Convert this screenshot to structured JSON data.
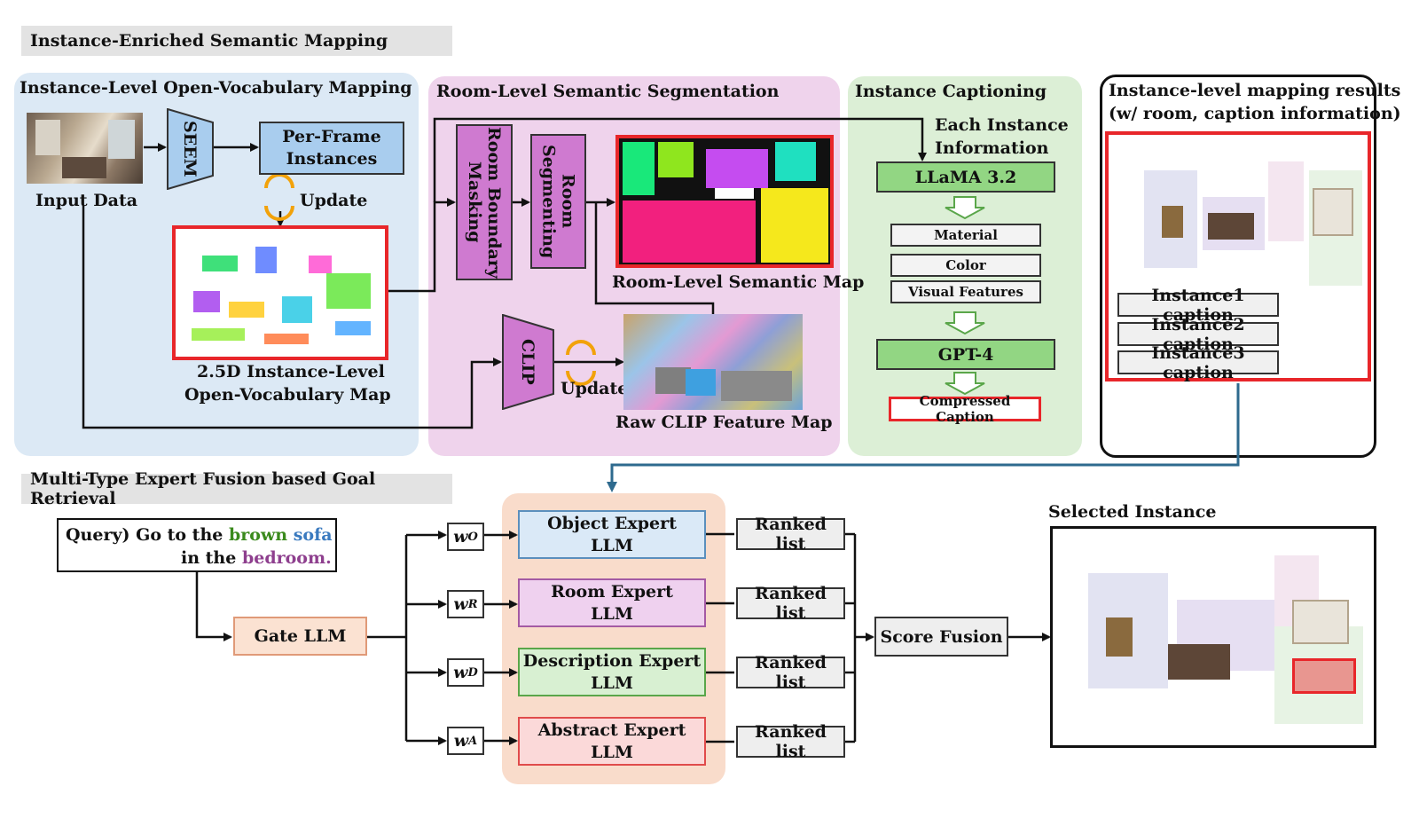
{
  "sections": {
    "top": "Instance-Enriched Semantic Mapping",
    "bottom": "Multi-Type Expert Fusion based Goal Retrieval"
  },
  "panel1": {
    "title": "Instance-Level Open-Vocabulary Mapping",
    "input_label": "Input Data",
    "seem": "SEEM",
    "per_frame": "Per-Frame Instances",
    "update": "Update",
    "map_label_1": "2.5D Instance-Level",
    "map_label_2": "Open-Vocabulary Map"
  },
  "panel2": {
    "title": "Room-Level Semantic Segmentation",
    "masking": "Room Boundary Masking",
    "segmenting": "Room Segmenting",
    "semantic_map_label": "Room-Level Semantic Map",
    "clip": "CLIP",
    "update": "Update",
    "raw_label": "Raw CLIP Feature Map"
  },
  "panel3": {
    "title": "Instance Captioning",
    "each_1": "Each Instance",
    "each_2": "Information",
    "llama": "LLaMA 3.2",
    "material": "Material",
    "color": "Color",
    "visual": "Visual Features",
    "gpt": "GPT-4",
    "compressed": "Compressed Caption"
  },
  "panel4": {
    "title_1": "Instance-level mapping results",
    "title_2": "(w/ room, caption information)",
    "cap1": "Instance1 caption",
    "cap2": "Instance2 caption",
    "cap3": "Instance3 caption"
  },
  "retrieval": {
    "query_a": "Query) Go to the ",
    "query_brown": "brown",
    "query_sofa": " sofa",
    "query_b": "in the ",
    "query_bedroom": "bedroom.",
    "gate": "Gate LLM",
    "weights": [
      {
        "w": "w",
        "sub": "O"
      },
      {
        "w": "w",
        "sub": "R"
      },
      {
        "w": "w",
        "sub": "D"
      },
      {
        "w": "w",
        "sub": "A"
      }
    ],
    "experts": [
      {
        "l1": "Object Expert",
        "l2": "LLM"
      },
      {
        "l1": "Room Expert",
        "l2": "LLM"
      },
      {
        "l1": "Description Expert",
        "l2": "LLM"
      },
      {
        "l1": "Abstract Expert",
        "l2": "LLM"
      }
    ],
    "ranked": [
      "Ranked list",
      "Ranked list",
      "Ranked list",
      "Ranked list"
    ],
    "fusion": "Score Fusion",
    "selected": "Selected Instance"
  },
  "colors": {
    "panel1_bg": "#dce9f5",
    "panel2_bg": "#efd3ec",
    "panel3_bg": "#dcefd6",
    "expert_bg": "#f9dccb",
    "object_expert": "#dae9f7",
    "room_expert": "#efd1ef",
    "desc_expert": "#d8f0d2",
    "abstract_expert": "#fbd9d9",
    "gate": "#fbe2d2",
    "purple_box": "#cf7ad0",
    "blue_box": "#a9cdee",
    "green_box": "#92d683",
    "highlight_red": "#e8262a",
    "brown": "#3a8a1c",
    "sofa": "#3a7abf",
    "bedroom": "#8e3f8e"
  }
}
